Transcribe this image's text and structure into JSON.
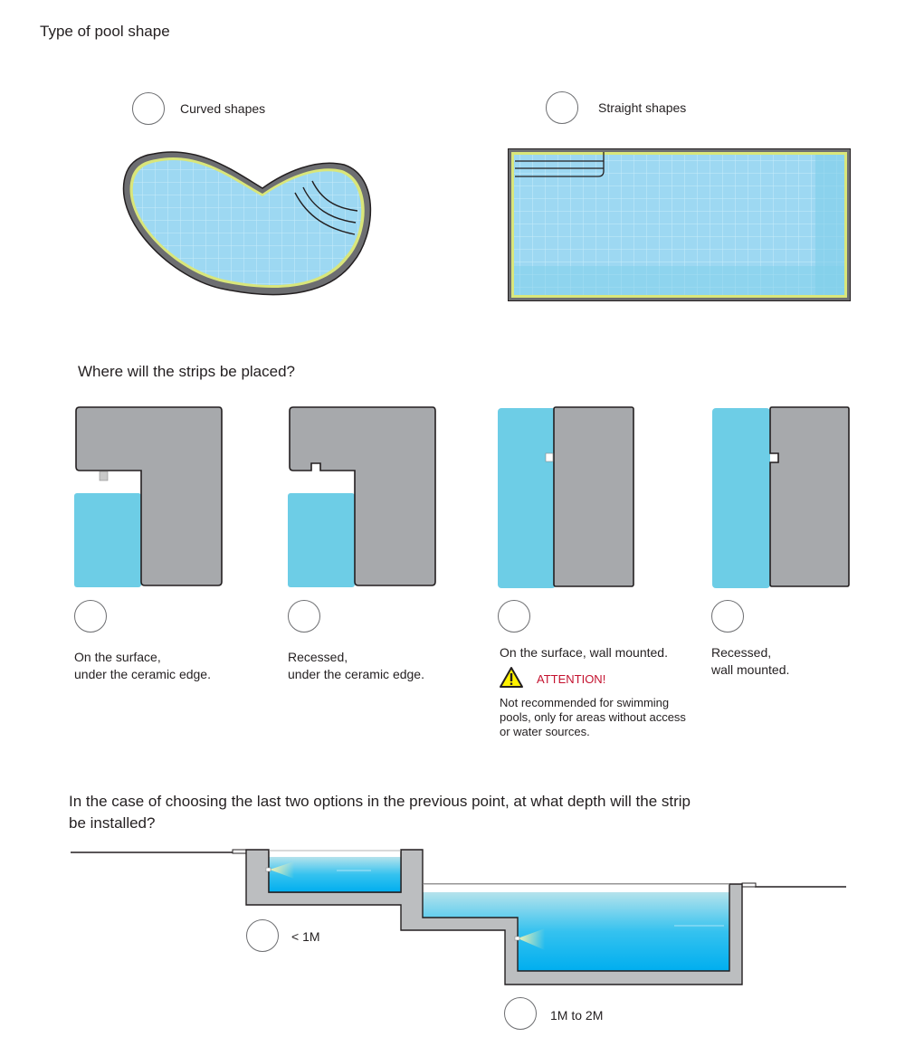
{
  "section_shape": {
    "title": "Type of pool shape",
    "options": [
      {
        "label": "Curved shapes",
        "selected": false
      },
      {
        "label": "Straight shapes",
        "selected": false
      }
    ]
  },
  "section_placement": {
    "title": "Where will the strips be placed?",
    "options": [
      {
        "line1": "On the surface,",
        "line2": "under the ceramic edge.",
        "selected": false
      },
      {
        "line1": "Recessed,",
        "line2": "under the ceramic edge.",
        "selected": false
      },
      {
        "line1": "On the surface, wall mounted.",
        "line2": "",
        "selected": false,
        "warning": {
          "icon": "warning-triangle-icon",
          "title": "ATTENTION!",
          "text_lines": [
            "Not recommended for swimming",
            "pools, only for areas without access",
            "or water sources."
          ]
        }
      },
      {
        "line1": "Recessed,",
        "line2": "wall mounted.",
        "selected": false
      }
    ]
  },
  "section_depth": {
    "title_line1": "In the case of choosing the last two options in the previous point, at what depth will the strip",
    "title_line2": "be installed?",
    "options": [
      {
        "label": "< 1M",
        "selected": false
      },
      {
        "label": "1M to 2M",
        "selected": false
      }
    ]
  },
  "colors": {
    "water": "#6dcde6",
    "deep_water": "#00aeef",
    "wall_gray": "#a7a9ac",
    "outline": "#231f20",
    "tile_edge": "#d9e67a",
    "attention_red": "#c4122f",
    "warning_yellow": "#fff200"
  }
}
